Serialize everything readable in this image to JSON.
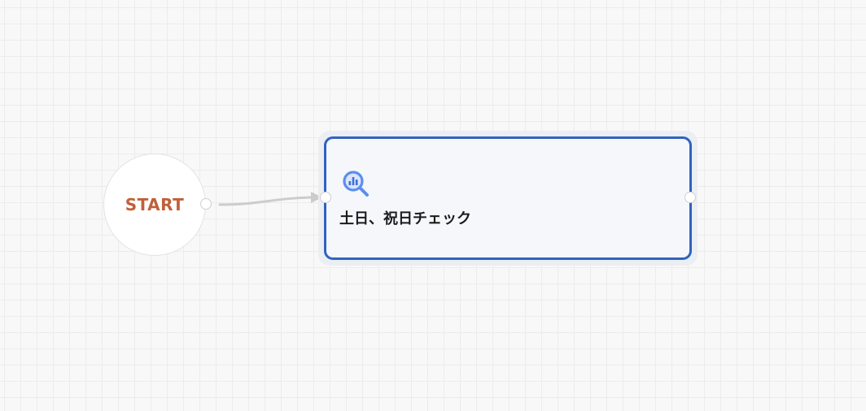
{
  "flow": {
    "start_node": {
      "label": "START",
      "label_color": "#c0603a"
    },
    "task_node": {
      "label": "土日、祝日チェック",
      "icon": "bigquery-search-icon",
      "border_color": "#2f63c2",
      "selected": true
    },
    "edges": [
      {
        "from": "start",
        "to": "task",
        "color": "#cccccc"
      }
    ]
  }
}
